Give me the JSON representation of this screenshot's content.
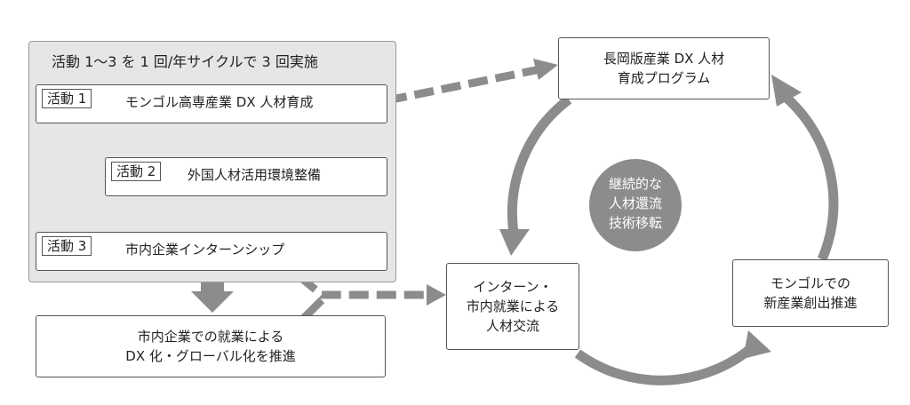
{
  "group": {
    "title": "活動 1〜3 を 1 回/年サイクルで 3 回実施",
    "activity1": {
      "tag": "活動 1",
      "label": "モンゴル高専産業 DX 人材育成"
    },
    "activity2": {
      "tag": "活動 2",
      "label": "外国人材活用環境整備"
    },
    "activity3": {
      "tag": "活動 3",
      "label": "市内企業インターンシップ"
    }
  },
  "outcome": {
    "line1": "市内企業での就業による",
    "line2": "DX 化・グローバル化を推進"
  },
  "cycle": {
    "program": {
      "line1": "長岡版産業 DX 人材",
      "line2": "育成プログラム"
    },
    "exchange": {
      "line1": "インターン・",
      "line2": "市内就業による",
      "line3": "人材交流"
    },
    "mongolia": {
      "line1": "モンゴルでの",
      "line2": "新産業創出推進"
    },
    "center": {
      "line1": "継続的な",
      "line2": "人材還流",
      "line3": "技術移転"
    }
  },
  "colors": {
    "arrow_gray": "#8c8c8c",
    "arrow_black": "#000000",
    "group_bg": "#e6e6e6",
    "hub": "#8c8c8c"
  }
}
